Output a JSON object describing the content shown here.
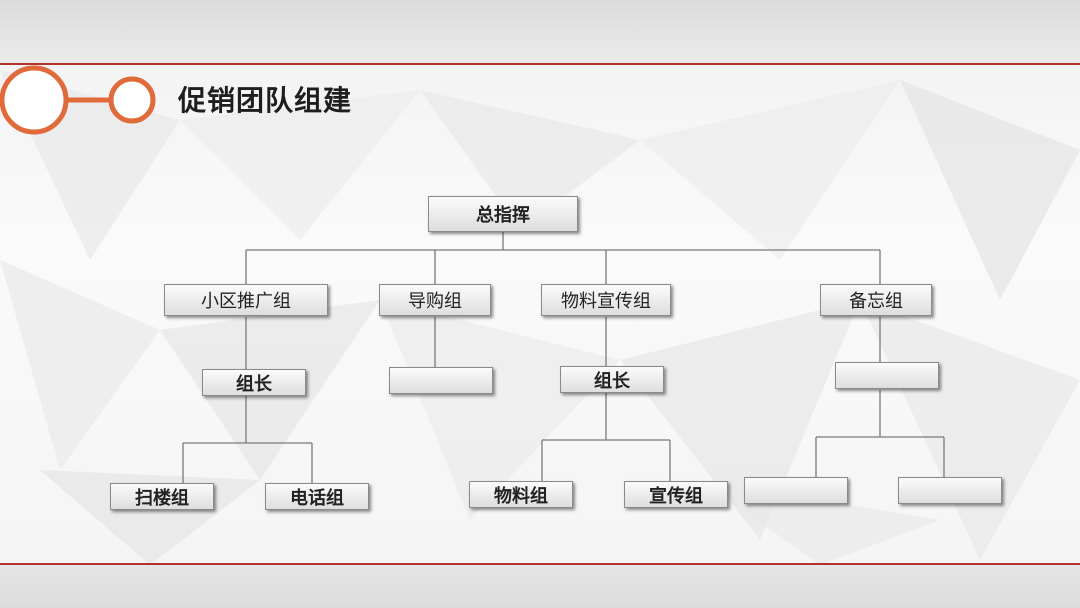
{
  "header": {
    "title": "促销团队组建"
  },
  "colors": {
    "accent": "#b3332c",
    "ring": "#e06a3a"
  },
  "org_chart": {
    "root": "总指挥",
    "groups": [
      {
        "name": "小区推广组",
        "leader": "组长",
        "subgroups": [
          "扫楼组",
          "电话组"
        ]
      },
      {
        "name": "导购组",
        "leader": "",
        "subgroups": []
      },
      {
        "name": "物料宣传组",
        "leader": "组长",
        "subgroups": [
          "物料组",
          "宣传组"
        ]
      },
      {
        "name": "备忘组",
        "leader": "",
        "subgroups": [
          "",
          ""
        ]
      }
    ]
  }
}
